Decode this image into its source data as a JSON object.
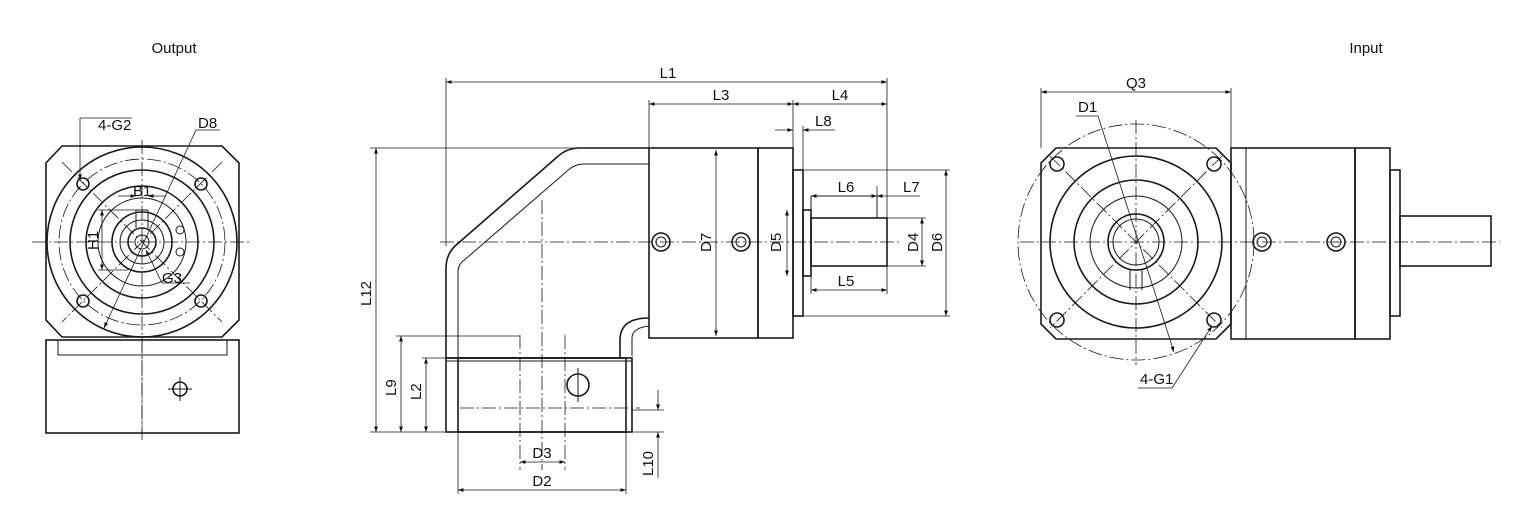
{
  "views": {
    "output": "Output",
    "input": "Input"
  },
  "dimensions": {
    "L1": "L1",
    "L2": "L2",
    "L3": "L3",
    "L4": "L4",
    "L5": "L5",
    "L6": "L6",
    "L7": "L7",
    "L8": "L8",
    "L9": "L9",
    "L10": "L10",
    "L12": "L12",
    "D1": "D1",
    "D2": "D2",
    "D3": "D3",
    "D4": "D4",
    "D5": "D5",
    "D6": "D6",
    "D7": "D7",
    "D8": "D8",
    "Q3": "Q3",
    "H1": "H1",
    "B1": "B1",
    "G1": "4-G1",
    "G2": "4-G2",
    "G3": "G3"
  }
}
